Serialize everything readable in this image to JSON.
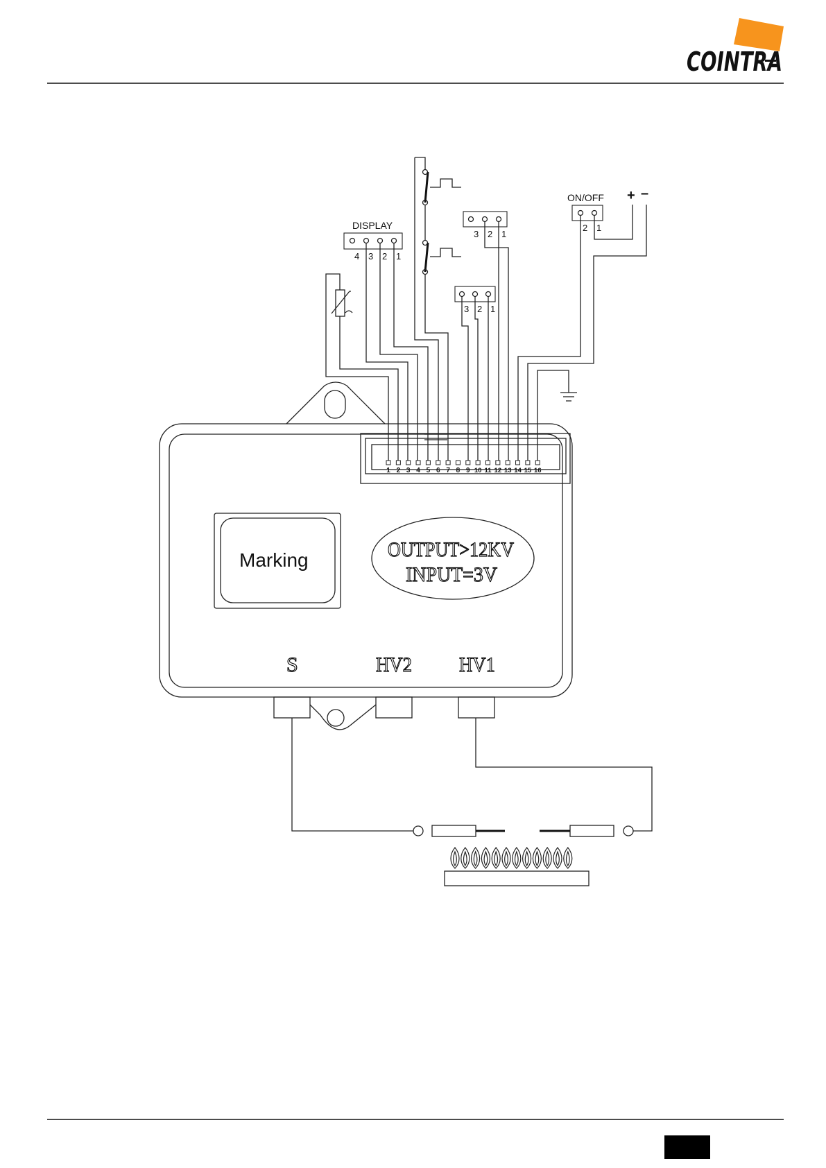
{
  "header": {
    "logo_text": "COINTRA",
    "logo_color": "#f7941d"
  },
  "connectors": {
    "display": {
      "title": "DISPLAY",
      "pins": [
        "4",
        "3",
        "2",
        "1"
      ]
    },
    "switch_block": {
      "pins": [
        "3",
        "2",
        "1"
      ]
    },
    "mid_block": {
      "pins": [
        "3",
        "2",
        "1"
      ]
    },
    "onoff": {
      "title": "ON/OFF",
      "pins": [
        "2",
        "1"
      ]
    },
    "power": {
      "plus": "+",
      "minus": "–"
    }
  },
  "module": {
    "marking": "Marking",
    "output_text": "OUTPUT>12KV",
    "input_text": "INPUT=3V",
    "terminals": [
      "1",
      "2",
      "3",
      "4",
      "5",
      "6",
      "7",
      "8",
      "9",
      "10",
      "11",
      "12",
      "13",
      "14",
      "15",
      "16"
    ],
    "outputs": {
      "s": "S",
      "hv2": "HV2",
      "hv1": "HV1"
    }
  },
  "footer": {
    "page_box_color": "#000000"
  }
}
